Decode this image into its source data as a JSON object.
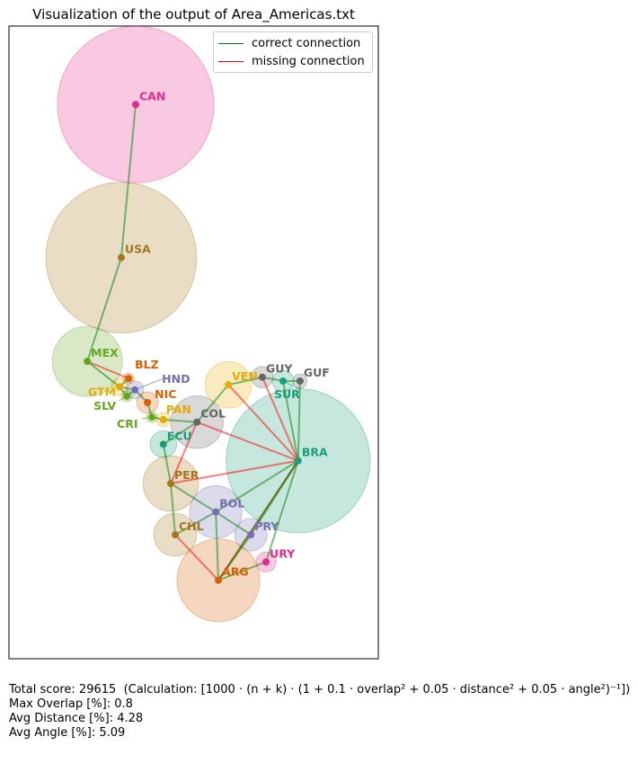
{
  "title": "Visualization of the output of Area_Americas.txt",
  "legend": [
    {
      "label": "correct connection",
      "color": "#008000"
    },
    {
      "label": "missing connection",
      "color": "#ff0000"
    }
  ],
  "footer": {
    "score": "Total score: 29615",
    "calculation": "(Calculation: [1000 · (n + k) · (1 + 0.1 · overlap² + 0.05 · distance² + 0.05 · angle²)⁻¹])",
    "max_overlap": "Max Overlap [%]: 0.8",
    "avg_distance": "Avg Distance [%]: 4.28",
    "avg_angle": "Avg Angle [%]: 5.09"
  },
  "chart_data": {
    "type": "scatter",
    "title": "Visualization of the output of Area_Americas.txt",
    "xlim": [
      0,
      100
    ],
    "ylim": [
      0,
      100
    ],
    "grid": false,
    "legend_position": "top-right",
    "nodes": [
      {
        "id": "CAN",
        "x": 34.3,
        "y": 87.6,
        "r": 21.2,
        "color": "#e7298a"
      },
      {
        "id": "USA",
        "x": 30.4,
        "y": 63.4,
        "r": 20.4,
        "color": "#a6761d"
      },
      {
        "id": "MEX",
        "x": 21.2,
        "y": 47.0,
        "r": 9.5,
        "color": "#66a61e"
      },
      {
        "id": "BLZ",
        "x": 32.4,
        "y": 44.3,
        "r": 1.5,
        "color": "#d95f02"
      },
      {
        "id": "GTM",
        "x": 29.9,
        "y": 43.0,
        "r": 2.4,
        "color": "#e6ab02"
      },
      {
        "id": "HND",
        "x": 34.1,
        "y": 42.5,
        "r": 2.4,
        "color": "#7570b3"
      },
      {
        "id": "SLV",
        "x": 31.9,
        "y": 41.5,
        "r": 1.5,
        "color": "#66a61e"
      },
      {
        "id": "NIC",
        "x": 37.5,
        "y": 40.5,
        "r": 2.9,
        "color": "#d95f02"
      },
      {
        "id": "CRI",
        "x": 38.7,
        "y": 38.2,
        "r": 1.5,
        "color": "#66a61e"
      },
      {
        "id": "PAN",
        "x": 41.8,
        "y": 37.8,
        "r": 1.9,
        "color": "#e6ab02"
      },
      {
        "id": "COL",
        "x": 50.9,
        "y": 37.4,
        "r": 7.1,
        "color": "#666666"
      },
      {
        "id": "ECU",
        "x": 41.8,
        "y": 33.9,
        "r": 3.6,
        "color": "#1b9e77"
      },
      {
        "id": "VEN",
        "x": 59.4,
        "y": 43.3,
        "r": 6.3,
        "color": "#e6ab02"
      },
      {
        "id": "GUY",
        "x": 68.6,
        "y": 44.5,
        "r": 2.9,
        "color": "#666666"
      },
      {
        "id": "SUR",
        "x": 74.2,
        "y": 43.9,
        "r": 2.9,
        "color": "#1b9e77"
      },
      {
        "id": "GUF",
        "x": 78.8,
        "y": 43.9,
        "r": 1.9,
        "color": "#666666"
      },
      {
        "id": "BRA",
        "x": 78.3,
        "y": 31.3,
        "r": 19.5,
        "color": "#1b9e77"
      },
      {
        "id": "PER",
        "x": 43.8,
        "y": 27.7,
        "r": 7.5,
        "color": "#a6761d"
      },
      {
        "id": "BOL",
        "x": 56.0,
        "y": 23.2,
        "r": 7.1,
        "color": "#7570b3"
      },
      {
        "id": "PRY",
        "x": 65.5,
        "y": 19.6,
        "r": 4.4,
        "color": "#7570b3"
      },
      {
        "id": "CHL",
        "x": 45.0,
        "y": 19.6,
        "r": 5.8,
        "color": "#a6761d"
      },
      {
        "id": "ARG",
        "x": 56.7,
        "y": 12.4,
        "r": 11.2,
        "color": "#d95f02"
      },
      {
        "id": "URY",
        "x": 69.6,
        "y": 15.3,
        "r": 2.7,
        "color": "#e7298a"
      }
    ],
    "edges": [
      {
        "a": "CAN",
        "b": "USA",
        "status": "correct"
      },
      {
        "a": "USA",
        "b": "MEX",
        "status": "correct"
      },
      {
        "a": "MEX",
        "b": "BLZ",
        "status": "missing"
      },
      {
        "a": "MEX",
        "b": "GTM",
        "status": "correct"
      },
      {
        "a": "BLZ",
        "b": "GTM",
        "status": "correct"
      },
      {
        "a": "GTM",
        "b": "HND",
        "status": "correct"
      },
      {
        "a": "GTM",
        "b": "SLV",
        "status": "correct"
      },
      {
        "a": "SLV",
        "b": "HND",
        "status": "correct"
      },
      {
        "a": "HND",
        "b": "NIC",
        "status": "correct"
      },
      {
        "a": "NIC",
        "b": "CRI",
        "status": "correct"
      },
      {
        "a": "CRI",
        "b": "PAN",
        "status": "correct"
      },
      {
        "a": "PAN",
        "b": "COL",
        "status": "correct"
      },
      {
        "a": "COL",
        "b": "VEN",
        "status": "correct"
      },
      {
        "a": "COL",
        "b": "ECU",
        "status": "correct"
      },
      {
        "a": "COL",
        "b": "BRA",
        "status": "missing"
      },
      {
        "a": "COL",
        "b": "PER",
        "status": "missing"
      },
      {
        "a": "VEN",
        "b": "GUY",
        "status": "correct"
      },
      {
        "a": "VEN",
        "b": "BRA",
        "status": "missing"
      },
      {
        "a": "GUY",
        "b": "SUR",
        "status": "correct"
      },
      {
        "a": "GUY",
        "b": "BRA",
        "status": "missing"
      },
      {
        "a": "SUR",
        "b": "GUF",
        "status": "correct"
      },
      {
        "a": "SUR",
        "b": "BRA",
        "status": "correct"
      },
      {
        "a": "GUF",
        "b": "BRA",
        "status": "correct"
      },
      {
        "a": "ECU",
        "b": "PER",
        "status": "correct"
      },
      {
        "a": "PER",
        "b": "BRA",
        "status": "missing"
      },
      {
        "a": "PER",
        "b": "BOL",
        "status": "correct"
      },
      {
        "a": "PER",
        "b": "CHL",
        "status": "correct"
      },
      {
        "a": "BOL",
        "b": "BRA",
        "status": "correct"
      },
      {
        "a": "BOL",
        "b": "PRY",
        "status": "correct"
      },
      {
        "a": "BOL",
        "b": "ARG",
        "status": "correct"
      },
      {
        "a": "BOL",
        "b": "CHL",
        "status": "correct"
      },
      {
        "a": "CHL",
        "b": "ARG",
        "status": "missing"
      },
      {
        "a": "PRY",
        "b": "BRA",
        "status": "correct"
      },
      {
        "a": "PRY",
        "b": "ARG",
        "status": "correct"
      },
      {
        "a": "ARG",
        "b": "BRA",
        "status": "missing"
      },
      {
        "a": "ARG",
        "b": "BRA",
        "status": "correct"
      },
      {
        "a": "ARG",
        "b": "URY",
        "status": "correct"
      },
      {
        "a": "URY",
        "b": "BRA",
        "status": "correct"
      }
    ]
  }
}
